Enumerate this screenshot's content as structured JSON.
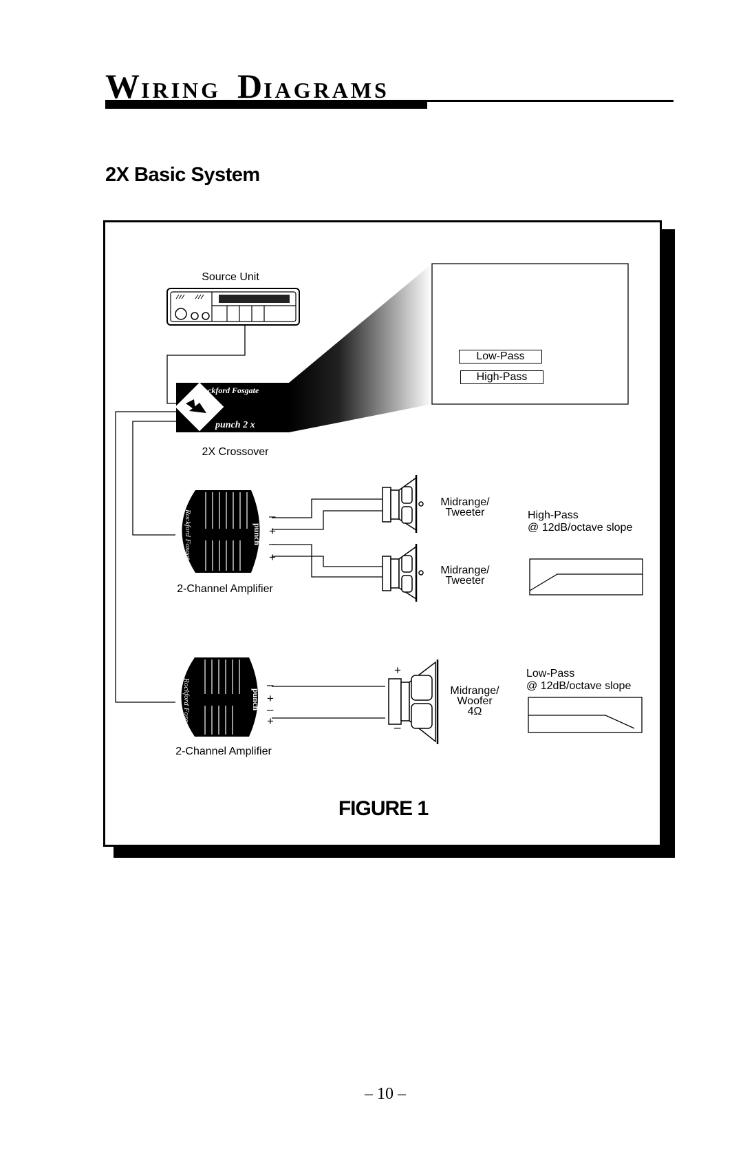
{
  "header": {
    "title_first_cap": "W",
    "title_first_rest": "IRING",
    "title_second_cap": "D",
    "title_second_rest": "IAGRAMS"
  },
  "section": {
    "title": "2X Basic System"
  },
  "diagram": {
    "source_unit_label": "Source Unit",
    "crossover_label": "2X Crossover",
    "crossover_brand": "Rockford Fosgate",
    "crossover_model": "punch 2 x",
    "crossover_controls": {
      "low_pass": "Low-Pass",
      "high_pass": "High-Pass"
    },
    "amplifier_1_label": "2-Channel Amplifier",
    "amplifier_2_label": "2-Channel Amplifier",
    "amplifier_brand": "Rockford Fosgate",
    "amplifier_model": "punch",
    "speaker_1_label": [
      "Midrange/",
      "Tweeter"
    ],
    "speaker_2_label": [
      "Midrange/",
      "Tweeter"
    ],
    "speaker_3_label": [
      "Midrange/",
      "Woofer",
      "4Ω"
    ],
    "high_pass_note": [
      "High-Pass",
      "@ 12dB/octave slope"
    ],
    "low_pass_note": [
      "Low-Pass",
      "@ 12dB/octave slope"
    ],
    "terminal_signs": {
      "minus": "–",
      "plus": "+"
    }
  },
  "figure_caption": "FIGURE 1",
  "page_number": "– 10 –"
}
